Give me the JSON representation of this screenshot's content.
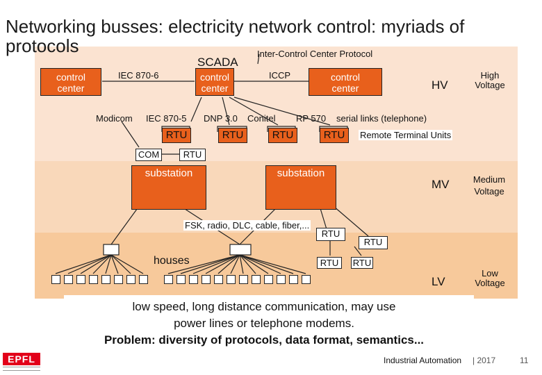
{
  "title": "Networking busses: electricity network control: myriads of protocols",
  "scada_label": "SCADA",
  "inter_control_label": "Inter-Control Center Protocol",
  "control_center_1": "control center",
  "control_center_2": "control center",
  "control_center_3": "control center",
  "iec_870_6": "IEC 870-6",
  "iccp": "ICCP",
  "hv": "HV",
  "high_voltage": "High Voltage",
  "modicom": "Modicom",
  "iec_870_5": "IEC 870-5",
  "dnp": "DNP 3.0",
  "conitel": "Conitel",
  "rp570": "RP 570",
  "serial_links": "serial links (telephone)",
  "rtu": "RTU",
  "remote_terminal_units": "Remote Terminal Units",
  "com": "COM",
  "substation": "substation",
  "mv": "MV",
  "medium_voltage": "Medium Voltage",
  "fsk": "FSK, radio, DLC, cable, fiber,...",
  "houses": "houses",
  "lv": "LV",
  "low_voltage": "Low Voltage",
  "bottom_line1": "low speed, long distance communication, may use",
  "bottom_line2": "power lines or telephone modems.",
  "bottom_line3": "Problem: diversity of protocols, data format, semantics...",
  "logo_text": "EPFL",
  "footer": "Industrial Automation",
  "footer_year": "| 2017",
  "page_number": "11",
  "colors": {
    "hv_band": "#fbe3d1",
    "mv_band": "#f9d8ba",
    "lv_band": "#f7c99b",
    "accent": "#e8601c"
  }
}
